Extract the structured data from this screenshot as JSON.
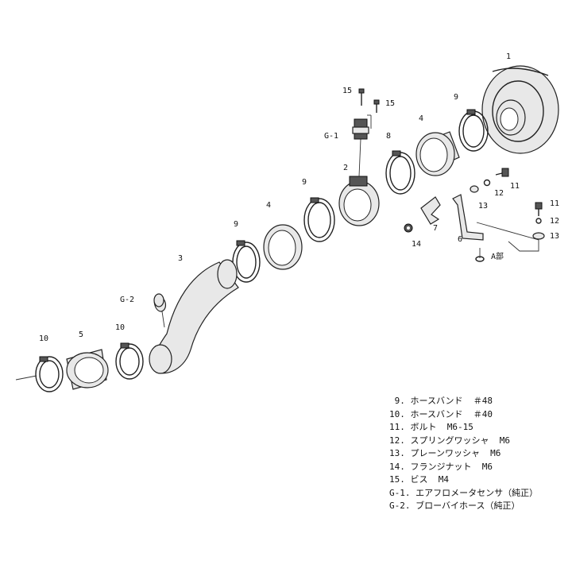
{
  "callouts": {
    "c1": "1",
    "c2": "2",
    "c3": "3",
    "c4a": "4",
    "c4b": "4",
    "c5": "5",
    "c6": "6",
    "c7": "7",
    "c8": "8",
    "c9a": "9",
    "c9b": "9",
    "c9c": "9",
    "c10a": "10",
    "c10b": "10",
    "c11a": "11",
    "c11b": "11",
    "c12": "12",
    "c13a": "13",
    "c13b": "13",
    "c14": "14",
    "c15a": "15",
    "c15b": "15",
    "g1": "G-1",
    "g2": "G-2",
    "detail_a": "A部"
  },
  "legend": [
    " 9. ホースバンド  ＃48",
    "10. ホースバンド  ＃40",
    "11. ボルト  M6-15",
    "12. スプリングワッシャ  M6",
    "13. プレーンワッシャ  M6",
    "14. フランジナット  M6",
    "15. ビス  M4",
    "G-1. エアフロメータセンサ（純正）",
    "G-2. ブローバイホース（純正）"
  ]
}
